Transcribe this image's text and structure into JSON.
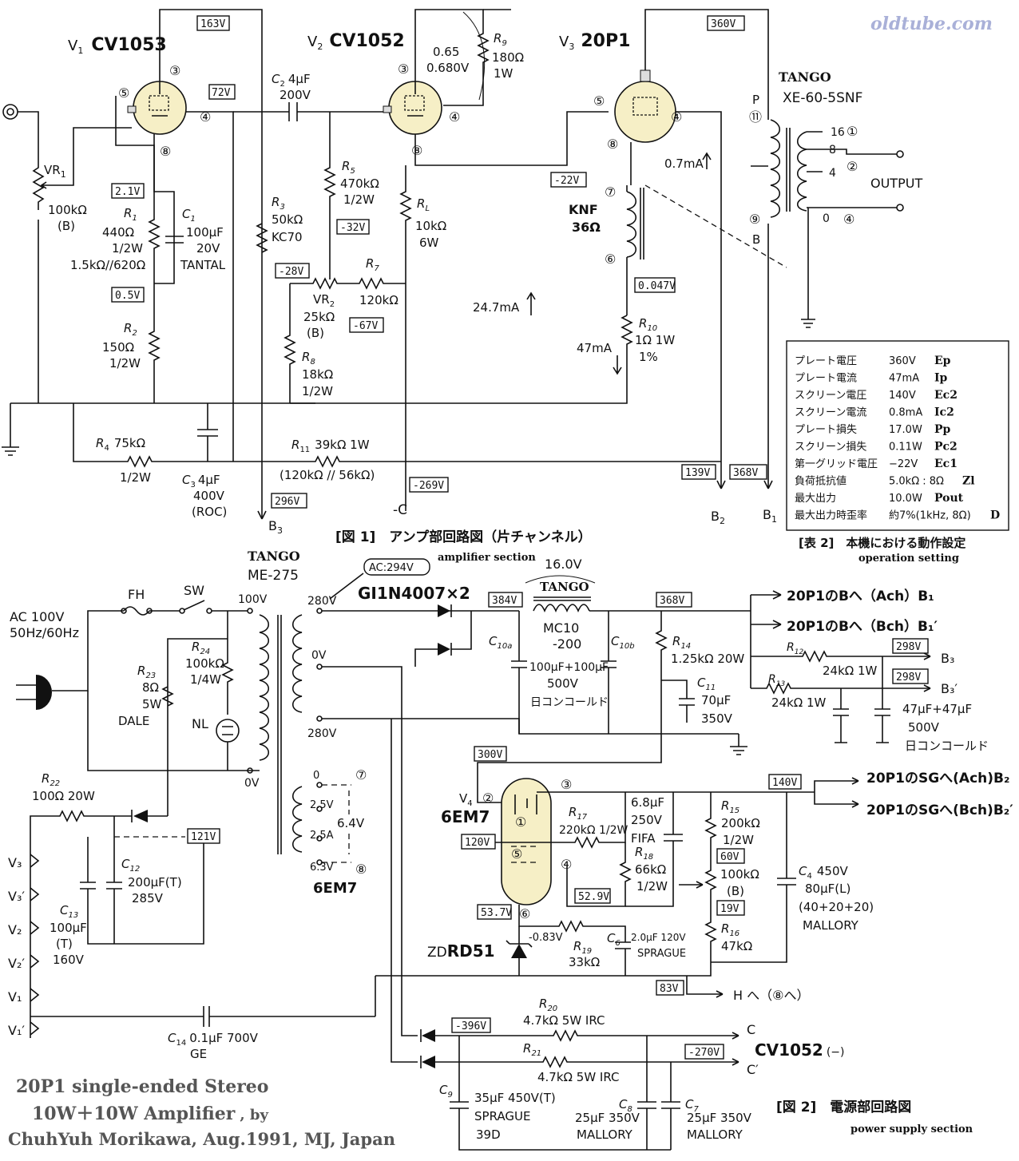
{
  "watermark": "oldtube.com",
  "amp": {
    "v1": {
      "ref": "V",
      "sub": "1",
      "name": "CV1053"
    },
    "v2": {
      "ref": "V",
      "sub": "2",
      "name": "CV1052"
    },
    "v3": {
      "ref": "V",
      "sub": "3",
      "name": "20P1"
    },
    "pins": {
      "p3": "③",
      "p4": "④",
      "p5": "⑤",
      "p6": "⑥",
      "p7": "⑦",
      "p8": "⑧",
      "p9": "⑨",
      "p11": "⑪"
    },
    "voltages": {
      "v163": "163V",
      "v72": "72V",
      "v360": "360V",
      "v21": "2.1V",
      "v05": "0.5V",
      "vm22": "-22V",
      "vm32": "-32V",
      "vm28": "-28V",
      "vm67": "-67V",
      "v0047": "0.047V",
      "v139": "139V",
      "v368": "368V",
      "v296": "296V",
      "vm269": "-269V"
    },
    "vr1": {
      "name": "VR",
      "sub": "1",
      "value": "100kΩ",
      "type": "(B)"
    },
    "r1": {
      "name": "R",
      "sub": "1",
      "v1": "440Ω",
      "v2": "1/2W",
      "v3": "1.5kΩ//620Ω"
    },
    "c1": {
      "name": "C",
      "sub": "1",
      "v1": "100μF",
      "v2": "20V",
      "v3": "TANTAL"
    },
    "r2": {
      "name": "R",
      "sub": "2",
      "v1": "150Ω",
      "v2": "1/2W"
    },
    "c2": {
      "name": "C",
      "sub": "2",
      "v1": "4μF",
      "v2": "200V"
    },
    "r3": {
      "name": "R",
      "sub": "3",
      "v1": "50kΩ",
      "v2": "KC70"
    },
    "r5": {
      "name": "R",
      "sub": "5",
      "v1": "470kΩ",
      "v2": "1/2W"
    },
    "vr2": {
      "name": "VR",
      "sub": "2",
      "v1": "25kΩ",
      "v2": "(B)"
    },
    "r7": {
      "name": "R",
      "sub": "7",
      "v1": "120kΩ"
    },
    "r8": {
      "name": "R",
      "sub": "8",
      "v1": "18kΩ",
      "v2": "1/2W"
    },
    "r9": {
      "name": "R",
      "sub": "9",
      "v1": "180Ω",
      "v2": "1W",
      "tap1": "0.65",
      "tap2": "0.680V"
    },
    "rl": {
      "name": "R",
      "sub": "L",
      "v1": "10kΩ",
      "v2": "6W"
    },
    "r10": {
      "name": "R",
      "sub": "10",
      "v1": "1Ω 1W",
      "v2": "1%"
    },
    "r4": {
      "name": "R",
      "sub": "4",
      "v1": "75kΩ",
      "v2": "1/2W"
    },
    "c3": {
      "name": "C",
      "sub": "3",
      "v1": "4μF",
      "v2": "400V",
      "v3": "(ROC)"
    },
    "r11": {
      "name": "R",
      "sub": "11",
      "v1": "39kΩ 1W",
      "v2": "(120kΩ // 56kΩ)"
    },
    "knf": {
      "l1": "KNF",
      "l2": "36Ω"
    },
    "ot": {
      "brand": "TANGO",
      "model": "XE-60-5SNF",
      "p": "P",
      "b": "B",
      "t16": "16",
      "t8": "8",
      "t4": "4",
      "t0": "0",
      "c1": "①",
      "c2": "②",
      "c4": "④",
      "output": "OUTPUT"
    },
    "currents": {
      "i07": "0.7mA",
      "i247": "24.7mA",
      "i47": "47mA"
    },
    "rails": {
      "b3": "B",
      "b3s": "3",
      "b2": "B",
      "b2s": "2",
      "b1": "B",
      "b1s": "1",
      "c": "-C"
    },
    "caption_jp": "[図 1]　アンプ部回路図（片チャンネル）",
    "caption_en": "amplifier section"
  },
  "table": {
    "rows": [
      {
        "label": "プレート電圧",
        "value": "360V",
        "sym": "Ep"
      },
      {
        "label": "プレート電流",
        "value": "47mA",
        "sym": "Ip"
      },
      {
        "label": "スクリーン電圧",
        "value": "140V",
        "sym": "Ec2"
      },
      {
        "label": "スクリーン電流",
        "value": "0.8mA",
        "sym": "Ic2"
      },
      {
        "label": "プレート損失",
        "value": "17.0W",
        "sym": "Pp"
      },
      {
        "label": "スクリーン損失",
        "value": "0.11W",
        "sym": "Pc2"
      },
      {
        "label": "第一グリッド電圧",
        "value": "−22V",
        "sym": "Ec1"
      },
      {
        "label": "負荷抵抗値",
        "value": "5.0kΩ : 8Ω",
        "sym": "Zl"
      },
      {
        "label": "最大出力",
        "value": "10.0W",
        "sym": "Pout"
      },
      {
        "label": "最大出力時歪率",
        "value": "約7%(1kHz, 8Ω)",
        "sym": "D"
      }
    ],
    "caption_jp": "[表 2]　本機における動作設定",
    "caption_en": "operation setting"
  },
  "psu": {
    "ac": {
      "l1": "AC 100V",
      "l2": "50Hz/60Hz"
    },
    "fh": "FH",
    "sw": "SW",
    "pt": {
      "brand": "TANGO",
      "model": "ME-275"
    },
    "taps": {
      "t100": "100V",
      "t0v": "0V",
      "t280a": "280V",
      "t0b": "0V",
      "t280b": "280V",
      "h0": "0",
      "h25": "2.5V",
      "h25a": "2.5A",
      "h63": "6.3V",
      "h64": "6.4V",
      "c7": "⑦",
      "c8": "⑧",
      "tube": "6EM7"
    },
    "ac294": "AC:294V",
    "diodes": "GI1N4007×2",
    "choke": {
      "v": "16.0V",
      "brand": "TANGO",
      "model1": "MC10",
      "model2": "-200"
    },
    "c10a": {
      "name": "C",
      "sub": "10a"
    },
    "c10b": {
      "name": "C",
      "sub": "10b"
    },
    "c10": {
      "v1": "100μF+100μF",
      "v2": "500V",
      "v3": "日コンコールド"
    },
    "r14": {
      "name": "R",
      "sub": "14",
      "v1": "1.25kΩ 20W"
    },
    "c11": {
      "name": "C",
      "sub": "11",
      "v1": "70μF",
      "v2": "350V"
    },
    "r12": {
      "name": "R",
      "sub": "12",
      "v1": "24kΩ 1W"
    },
    "r13": {
      "name": "R",
      "sub": "13",
      "v1": "24kΩ 1W"
    },
    "c_b3": {
      "v1": "47μF+47μF",
      "v2": "500V",
      "v3": "日コンコールド"
    },
    "out_b1a": "20P1のBへ（Ach）B₁",
    "out_b1b": "20P1のBへ（Bch）B₁′",
    "out_b3": "B₃",
    "out_b3b": "B₃′",
    "r24": {
      "name": "R",
      "sub": "24",
      "v1": "100kΩ",
      "v2": "1/4W"
    },
    "r23": {
      "name": "R",
      "sub": "23",
      "v1": "8Ω",
      "v2": "5W",
      "v3": "DALE"
    },
    "nl": "NL",
    "v4": {
      "ref": "V",
      "sub": "4",
      "name": "6EM7"
    },
    "r17": {
      "name": "R",
      "sub": "17",
      "v1": "220kΩ 1/2W"
    },
    "cfifa": {
      "v1": "6.8μF",
      "v2": "250V",
      "v3": "FIFA"
    },
    "r18": {
      "name": "R",
      "sub": "18",
      "v1": "66kΩ",
      "v2": "1/2W"
    },
    "r15": {
      "name": "R",
      "sub": "15",
      "v1": "200kΩ",
      "v2": "1/2W"
    },
    "vr3": {
      "v1": "100kΩ",
      "v2": "(B)"
    },
    "r16": {
      "name": "R",
      "sub": "16",
      "v1": "47kΩ"
    },
    "c4": {
      "name": "C",
      "sub": "4",
      "v1": "450V",
      "v2": "80μF(L)",
      "v3": "(40+20+20)",
      "v4": "MALLORY"
    },
    "r19": {
      "name": "R",
      "sub": "19",
      "v1": "33kΩ"
    },
    "c6": {
      "name": "C",
      "sub": "6",
      "v1": "2.0μF 120V",
      "v2": "SPRAGUE"
    },
    "zd": {
      "l1": "ZD",
      "l2": "RD51"
    },
    "sg_a": "20P1のSGへ(Ach)B₂",
    "sg_b": "20P1のSGへ(Bch)B₂′",
    "h_to": "H へ（⑧へ）",
    "pv": {
      "v300": "300V",
      "v384": "384V",
      "v368": "368V",
      "v298a": "298V",
      "v298b": "298V",
      "v140": "140V",
      "v120": "120V",
      "v60": "60V",
      "v529": "52.9V",
      "v19": "19V",
      "v537": "53.7V",
      "vm083": "-0.83V",
      "v83": "83V",
      "v121": "121V",
      "vm396": "-396V",
      "vm270": "-270V"
    },
    "r22": {
      "name": "R",
      "sub": "22",
      "v1": "100Ω 20W"
    },
    "c12": {
      "name": "C",
      "sub": "12",
      "v1": "200μF(T)",
      "v2": "285V"
    },
    "c13": {
      "name": "C",
      "sub": "13",
      "v1": "100μF",
      "v2": "(T)",
      "v3": "160V"
    },
    "heaters": [
      "V₃",
      "V₃′",
      "V₂",
      "V₂′",
      "V₁",
      "V₁′"
    ],
    "c14": {
      "name": "C",
      "sub": "14",
      "v1": "0.1μF 700V",
      "v2": "GE"
    },
    "r20": {
      "name": "R",
      "sub": "20",
      "v1": "4.7kΩ 5W IRC"
    },
    "r21": {
      "name": "R",
      "sub": "21",
      "v1": "4.7kΩ 5W IRC"
    },
    "c9": {
      "name": "C",
      "sub": "9",
      "v1": "35μF 450V(T)",
      "v2": "SPRAGUE",
      "v3": "39D"
    },
    "c8": {
      "name": "C",
      "sub": "8",
      "v1": "25μF 350V",
      "v2": "MALLORY"
    },
    "c7": {
      "name": "C",
      "sub": "7",
      "v1": "25μF 350V",
      "v2": "MALLORY"
    },
    "out_c": "C",
    "out_c2": "C′",
    "cv_neg": "CV1052",
    "cv_neg2": "(−)",
    "caption_jp": "[図 2]　電源部回路図",
    "caption_en": "power supply section"
  },
  "credits": {
    "l1": "20P1 single-ended Stereo",
    "l2": "10W＋10W Amplifier",
    "l2b": ", by",
    "l3": "ChuhYuh Morikawa, Aug.1991, MJ, Japan"
  }
}
